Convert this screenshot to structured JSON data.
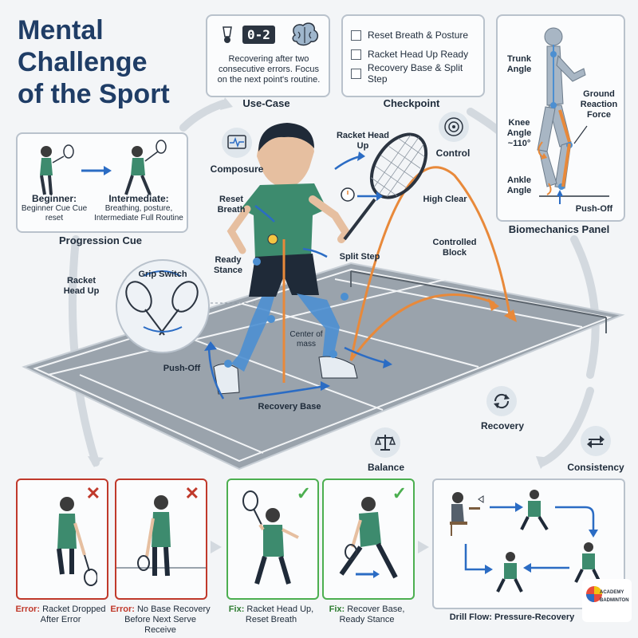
{
  "title": {
    "line1": "Mental",
    "line2": "Challenge",
    "line3": "of the Sport"
  },
  "use_case": {
    "score": "0-2",
    "text": "Recovering after two consecutive errors. Focus on the next point's routine.",
    "caption": "Use-Case"
  },
  "checkpoint": {
    "items": [
      "Reset Breath & Posture",
      "Racket Head Up Ready",
      "Recovery Base & Split Step"
    ],
    "caption": "Checkpoint"
  },
  "biomechanics": {
    "caption": "Biomechanics Panel",
    "trunk": "Trunk Angle",
    "knee": "Knee Angle ~110°",
    "ankle": "Ankle Angle",
    "ground": "Ground Reaction Force",
    "pushoff": "Push-Off"
  },
  "progression": {
    "caption": "Progression Cue",
    "beginner_title": "Beginner:",
    "beginner_text": "Beginner Cue Cue reset",
    "intermediate_title": "Intermediate:",
    "intermediate_text": "Breathing, posture, Intermediate Full Routine"
  },
  "themes": {
    "composure": "Composure",
    "control": "Control",
    "recovery": "Recovery",
    "balance": "Balance",
    "consistency": "Consistency"
  },
  "player_labels": {
    "racket_head_up": "Racket Head Up",
    "reset_breath": "Reset Breath",
    "ready_stance": "Ready Stance",
    "split_step": "Split Step",
    "push_off": "Push-Off",
    "recovery_base": "Recovery Base",
    "center_of_mass": "Center of mass",
    "high_clear": "High Clear",
    "controlled_block": "Controlled Block"
  },
  "grip": {
    "title": "Grip Switch",
    "side_label": "Racket Head Up"
  },
  "bottom": [
    {
      "prefix": "Error:",
      "text": "Racket Dropped After Error",
      "status": "error"
    },
    {
      "prefix": "Error:",
      "text": "No Base Recovery Before Next Serve Receive",
      "status": "error"
    },
    {
      "prefix": "Fix:",
      "text": "Racket Head Up, Reset Breath",
      "status": "fix"
    },
    {
      "prefix": "Fix:",
      "text": "Recover Base, Ready Stance",
      "status": "fix"
    }
  ],
  "drill_flow": {
    "caption": "Drill Flow: Pressure-Recovery"
  },
  "logo": {
    "line1": "ACADEMY",
    "line2": "BADMINTON"
  },
  "colors": {
    "error": "#c0392b",
    "fix": "#4caf50",
    "accent_orange": "#e8893a",
    "arrow_blue": "#2b6cc4",
    "jersey": "#3d8b6e"
  }
}
